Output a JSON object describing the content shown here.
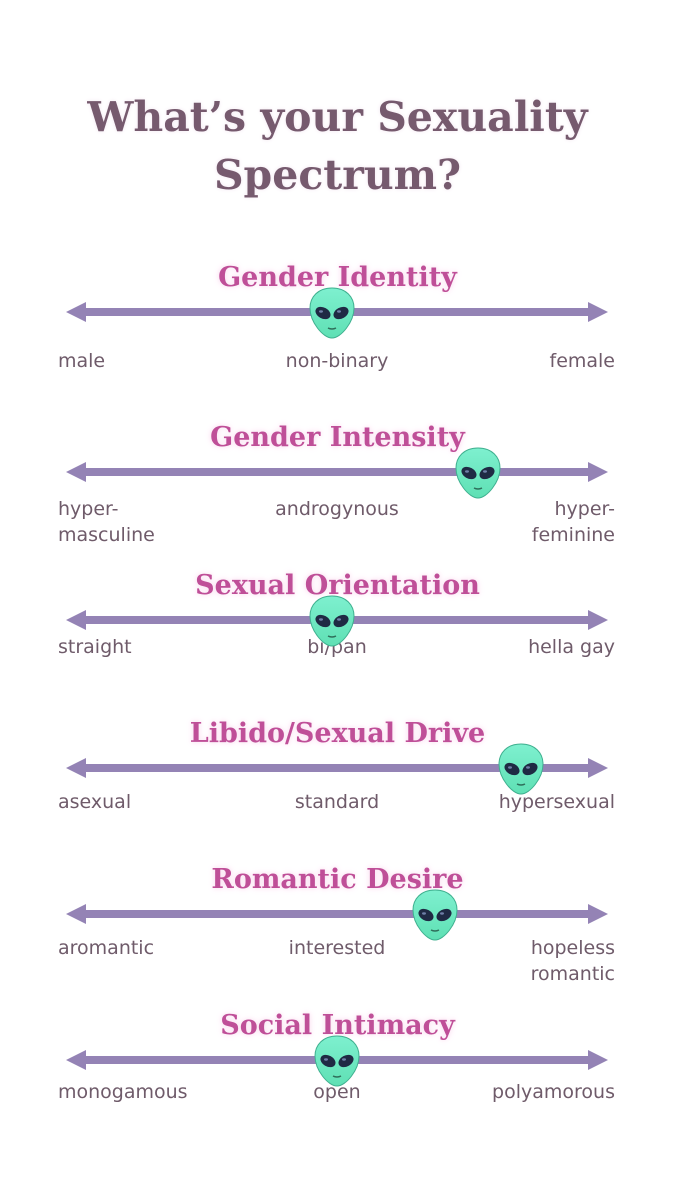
{
  "title_line1": "What’s your Sexuality",
  "title_line2": "Spectrum?",
  "marker_icon": "alien-emoji",
  "colors": {
    "title": "#765a6e",
    "scale_title": "#bf4f98",
    "arrow": "#9483b5",
    "label": "#6f5b6a",
    "alien": "#5fe0b4"
  },
  "scales": [
    {
      "title": "Gender Identity",
      "left": "male",
      "middle": "non-binary",
      "right": "female",
      "marker_position": 0.49
    },
    {
      "title": "Gender Intensity",
      "left": "hyper-\nmasculine",
      "middle": "androgynous",
      "right": "hyper-\nfeminine",
      "marker_position": 0.76
    },
    {
      "title": "Sexual Orientation",
      "left": "straight",
      "middle": "bi/pan",
      "right": "hella gay",
      "marker_position": 0.49
    },
    {
      "title": "Libido/Sexual Drive",
      "left": "asexual",
      "middle": "standard",
      "right": "hypersexual",
      "marker_position": 0.84
    },
    {
      "title": "Romantic Desire",
      "left": "aromantic",
      "middle": "interested",
      "right": "hopeless\nromantic",
      "marker_position": 0.68
    },
    {
      "title": "Social Intimacy",
      "left": "monogamous",
      "middle": "open",
      "right": "polyamorous",
      "marker_position": 0.5
    }
  ]
}
